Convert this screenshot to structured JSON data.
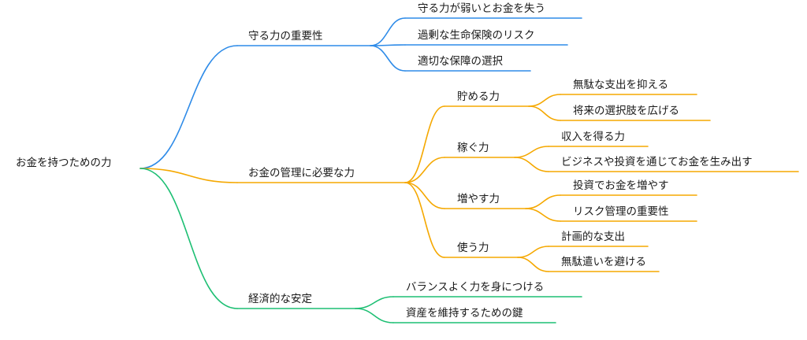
{
  "root": "お金を持つための力",
  "branches": [
    {
      "label": "守る力の重要性",
      "color": "#2e8be8",
      "items": [
        {
          "label": "守る力が弱いとお金を失う"
        },
        {
          "label": "過剰な生命保険のリスク"
        },
        {
          "label": "適切な保障の選択"
        }
      ]
    },
    {
      "label": "お金の管理に必要な力",
      "color": "#f5a800",
      "items": [
        {
          "label": "貯める力",
          "items": [
            "無駄な支出を抑える",
            "将来の選択肢を広げる"
          ]
        },
        {
          "label": "稼ぐ力",
          "items": [
            "収入を得る力",
            "ビジネスや投資を通じてお金を生み出す"
          ]
        },
        {
          "label": "増やす力",
          "items": [
            "投資でお金を増やす",
            "リスク管理の重要性"
          ]
        },
        {
          "label": "使う力",
          "items": [
            "計画的な支出",
            "無駄遣いを避ける"
          ]
        }
      ]
    },
    {
      "label": "経済的な安定",
      "color": "#1dbf73",
      "items": [
        {
          "label": "バランスよく力を身につける"
        },
        {
          "label": "資産を維持するための鍵"
        }
      ]
    }
  ]
}
